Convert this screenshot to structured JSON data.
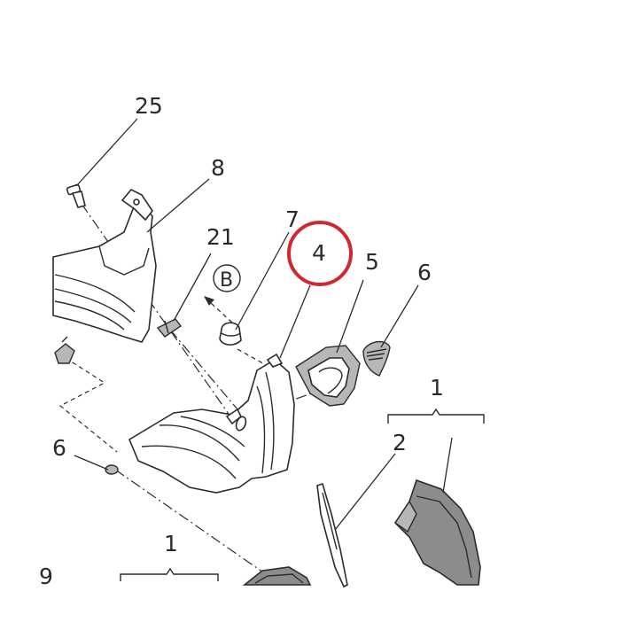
{
  "diagram": {
    "callouts": {
      "c25": "25",
      "c8": "8",
      "c21": "21",
      "c7": "7",
      "c4": "4",
      "c5": "5",
      "c6_right": "6",
      "c1_right": "1",
      "c2": "2",
      "c6_left": "6",
      "c1_bottom": "1",
      "reference_b": "B",
      "cut_left": "9"
    },
    "highlight_color": "#d0282e",
    "line_color": "#2b2b2b",
    "panel_fill_dark": "#8c8c8c"
  }
}
